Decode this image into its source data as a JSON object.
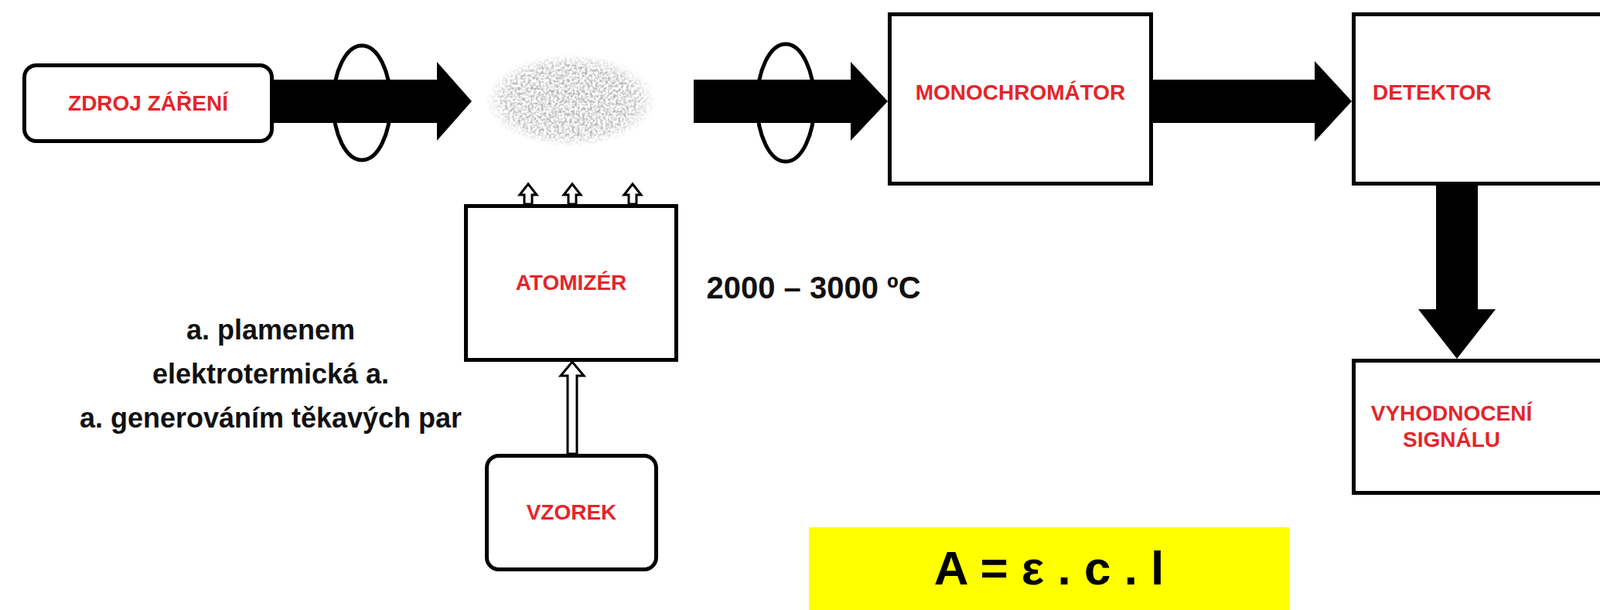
{
  "diagram": {
    "nodes": [
      {
        "text": [
          "ZDROJ ZÁŘENÍ"
        ]
      },
      {
        "text": [
          "MONOCHROMÁTOR"
        ]
      },
      {
        "text": [
          "DETEKTOR"
        ]
      },
      {
        "text": [
          "ATOMIZÉR"
        ]
      },
      {
        "text": [
          "VYHODNOCENÍ SIGNÁLU"
        ]
      },
      {
        "text": [
          "VZOREK"
        ]
      },
      {
        "text": [
          "A = ε . c . l"
        ]
      }
    ],
    "edges": [
      {
        "from": 1,
        "to": 2,
        "arrow": "to"
      },
      {
        "from": 2,
        "to": 4,
        "arrow": "to"
      },
      {
        "from": 5,
        "to": 3,
        "arrow": "to"
      }
    ],
    "labels": [
      "a. plamenem",
      "elektrotermická a.",
      "a. generováním těkavých par",
      "2000 – 3000 ºC"
    ]
  }
}
